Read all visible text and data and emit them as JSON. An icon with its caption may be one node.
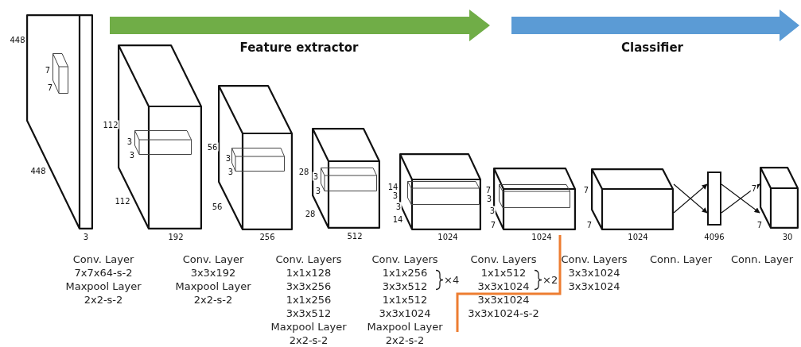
{
  "diagram": {
    "nodes": [
      {
        "text": [],
        "shape": "box",
        "beside": [
          "448",
          "448",
          "3"
        ]
      },
      {
        "text": [],
        "shape": "box",
        "in": 0,
        "beside": [
          "7",
          "7"
        ]
      },
      {
        "text": [],
        "shape": "box",
        "beside": [
          "112",
          "112",
          "192"
        ]
      },
      {
        "text": [],
        "shape": "box",
        "in": 2,
        "beside": [
          "3",
          "3"
        ]
      },
      {
        "text": [],
        "shape": "box",
        "beside": [
          "56",
          "56",
          "256"
        ]
      },
      {
        "text": [],
        "shape": "box",
        "in": 4,
        "beside": [
          "3",
          "3"
        ]
      },
      {
        "text": [],
        "shape": "box",
        "beside": [
          "28",
          "28",
          "512"
        ]
      },
      {
        "text": [],
        "shape": "box",
        "in": 6,
        "beside": [
          "3",
          "3"
        ]
      },
      {
        "text": [],
        "shape": "box",
        "beside": [
          "14",
          "14",
          "1024"
        ]
      },
      {
        "text": [],
        "shape": "box",
        "in": 8,
        "beside": [
          "3",
          "3"
        ]
      },
      {
        "text": [],
        "shape": "box",
        "beside": [
          "7",
          "7",
          "1024"
        ]
      },
      {
        "text": [],
        "shape": "box",
        "in": 10,
        "beside": [
          "3",
          "3"
        ]
      },
      {
        "text": [],
        "shape": "box",
        "beside": [
          "7",
          "7",
          "1024"
        ]
      },
      {
        "text": [],
        "shape": "bar",
        "beside": [
          "4096"
        ]
      },
      {
        "text": [],
        "shape": "box",
        "beside": [
          "7",
          "7",
          "30"
        ]
      }
    ],
    "edges": [
      {
        "from": 12,
        "to": 13,
        "arrow": "to"
      },
      {
        "from": 12,
        "to": 13,
        "arrow": "to"
      },
      {
        "from": 13,
        "to": 14,
        "arrow": "to"
      },
      {
        "from": 13,
        "to": 14,
        "arrow": "to"
      }
    ],
    "labels": [
      "Feature extractor",
      "Classifier",
      "Conv. Layer",
      "7x7x64-s-2",
      "Maxpool Layer",
      "2x2-s-2",
      "Conv. Layer",
      "3x3x192",
      "Maxpool Layer",
      "2x2-s-2",
      "Conv. Layers",
      "1x1x128",
      "3x3x256",
      "1x1x256",
      "3x3x512",
      "Maxpool Layer",
      "2x2-s-2",
      "Conv. Layers",
      "1x1x256",
      "3x3x512",
      "×4",
      "1x1x512",
      "3x3x1024",
      "Maxpool Layer",
      "2x2-s-2",
      "Conv. Layers",
      "1x1x512",
      "3x3x1024",
      "×2",
      "3x3x1024",
      "3x3x1024-s-2",
      "Conv. Layers",
      "3x3x1024",
      "3x3x1024",
      "Conn. Layer",
      "Conn. Layer"
    ]
  }
}
